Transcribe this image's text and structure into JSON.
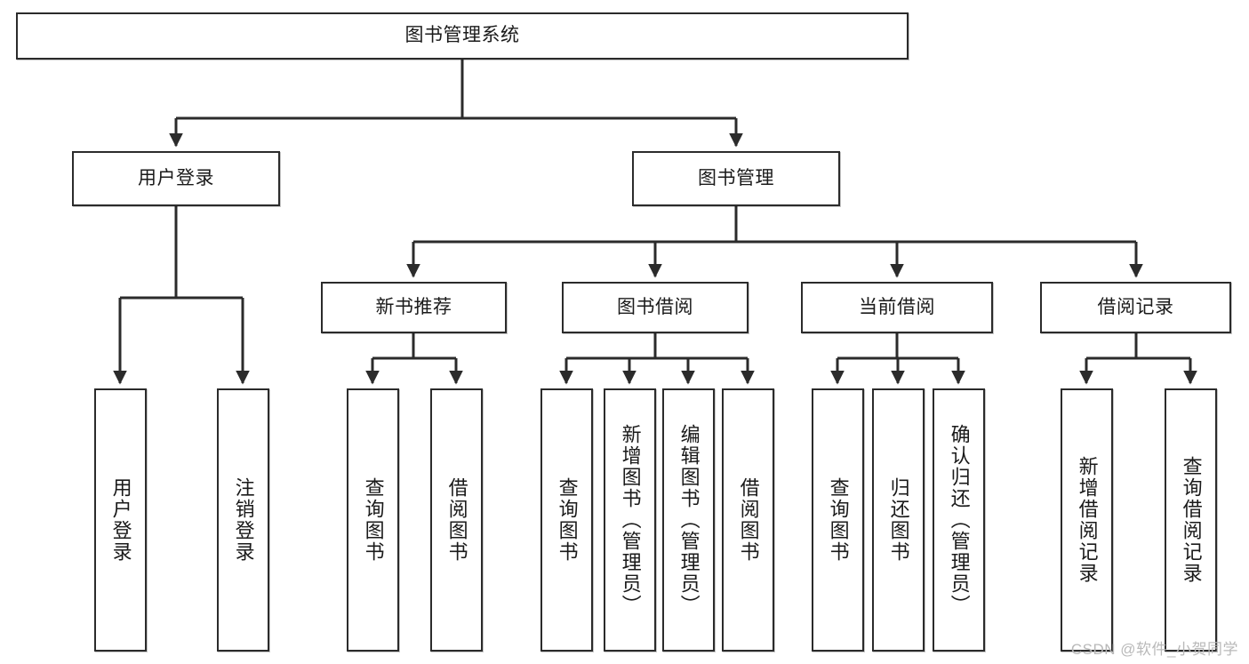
{
  "diagram": {
    "title": "图书管理系统",
    "type": "tree",
    "root": {
      "id": "root",
      "label": "图书管理系统"
    },
    "level2": [
      {
        "id": "user-login",
        "label": "用户登录"
      },
      {
        "id": "book-manage",
        "label": "图书管理"
      }
    ],
    "level3": [
      {
        "id": "new-book-rec",
        "label": "新书推荐",
        "parent": "book-manage"
      },
      {
        "id": "book-borrow",
        "label": "图书借阅",
        "parent": "book-manage"
      },
      {
        "id": "current-borrow",
        "label": "当前借阅",
        "parent": "book-manage"
      },
      {
        "id": "borrow-record",
        "label": "借阅记录",
        "parent": "book-manage"
      }
    ],
    "leaves": [
      {
        "id": "leaf-user-login",
        "label": "用户登录",
        "parent": "user-login"
      },
      {
        "id": "leaf-user-logout",
        "label": "注销登录",
        "parent": "user-login"
      },
      {
        "id": "leaf-query-book-1",
        "label": "查询图书",
        "parent": "new-book-rec"
      },
      {
        "id": "leaf-borrow-book-1",
        "label": "借阅图书",
        "parent": "new-book-rec"
      },
      {
        "id": "leaf-query-book-2",
        "label": "查询图书",
        "parent": "book-borrow"
      },
      {
        "id": "leaf-add-book",
        "label": "新增图书（管理员）",
        "parent": "book-borrow"
      },
      {
        "id": "leaf-edit-book",
        "label": "编辑图书（管理员）",
        "parent": "book-borrow"
      },
      {
        "id": "leaf-borrow-book-2",
        "label": "借阅图书",
        "parent": "book-borrow"
      },
      {
        "id": "leaf-query-book-3",
        "label": "查询图书",
        "parent": "current-borrow"
      },
      {
        "id": "leaf-return-book",
        "label": "归还图书",
        "parent": "current-borrow"
      },
      {
        "id": "leaf-confirm-return",
        "label": "确认归还（管理员）",
        "parent": "current-borrow"
      },
      {
        "id": "leaf-add-record",
        "label": "新增借阅记录",
        "parent": "borrow-record"
      },
      {
        "id": "leaf-query-record",
        "label": "查询借阅记录",
        "parent": "borrow-record"
      }
    ]
  },
  "watermark": {
    "text": "CSDN @软件_小贺同学"
  },
  "colors": {
    "box_border": "#2b2b2b",
    "box_fill": "#ffffff",
    "connector": "#2b2b2b",
    "text": "#1a1a1a",
    "watermark": "#b9b9b9",
    "background": "#ffffff"
  }
}
